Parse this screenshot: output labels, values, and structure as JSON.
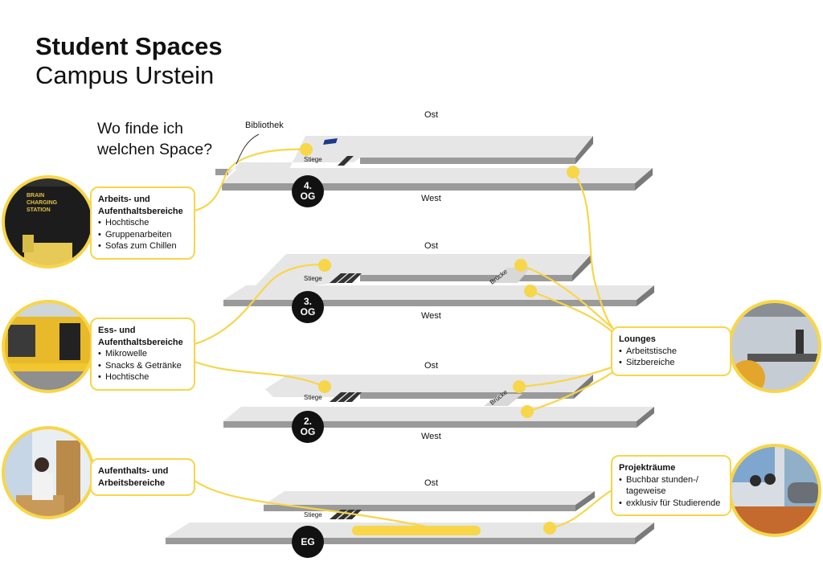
{
  "title": {
    "line1": "Student Spaces",
    "line2": "Campus Urstein"
  },
  "question": {
    "line1": "Wo finde ich",
    "line2": "welchen Space?"
  },
  "labels": {
    "bibliothek": "Bibliothek",
    "ost": "Ost",
    "west": "West",
    "stiege": "Stiege",
    "bruecke": "Brücke"
  },
  "floors": {
    "og4": [
      "4.",
      "OG"
    ],
    "og3": [
      "3.",
      "OG"
    ],
    "og2": [
      "2.",
      "OG"
    ],
    "eg": "EG"
  },
  "photo_text": {
    "brain": "BRAIN",
    "charging": "CHARGING",
    "station": "STATION"
  },
  "cards": {
    "og4": {
      "head": [
        "Arbeits- und",
        "Aufenthaltsbereiche"
      ],
      "items": [
        "Hochtische",
        "Gruppenarbeiten",
        "Sofas zum Chillen"
      ]
    },
    "og3": {
      "head": [
        "Ess- und",
        "Aufenthaltsbereiche"
      ],
      "items": [
        "Mikrowelle",
        "Snacks & Getränke",
        "Hochtische"
      ]
    },
    "eg": {
      "head": [
        "Aufenthalts- und",
        "Arbeitsbereiche"
      ],
      "items": []
    },
    "lounges": {
      "head": [
        "Lounges"
      ],
      "items": [
        "Arbeitstische",
        "Sitzbereiche"
      ]
    },
    "projekt": {
      "head": [
        "Projekträume"
      ],
      "items": [
        "Buchbar stunden-/ tageweise",
        "exklusiv für Studierende"
      ]
    }
  },
  "colors": {
    "accent": "#f7d64a",
    "floor_top": "#e6e6e6",
    "floor_side": "#7a7a7a",
    "badge": "#111111"
  },
  "icons": [
    "staircase-icon",
    "location-dot-icon"
  ]
}
